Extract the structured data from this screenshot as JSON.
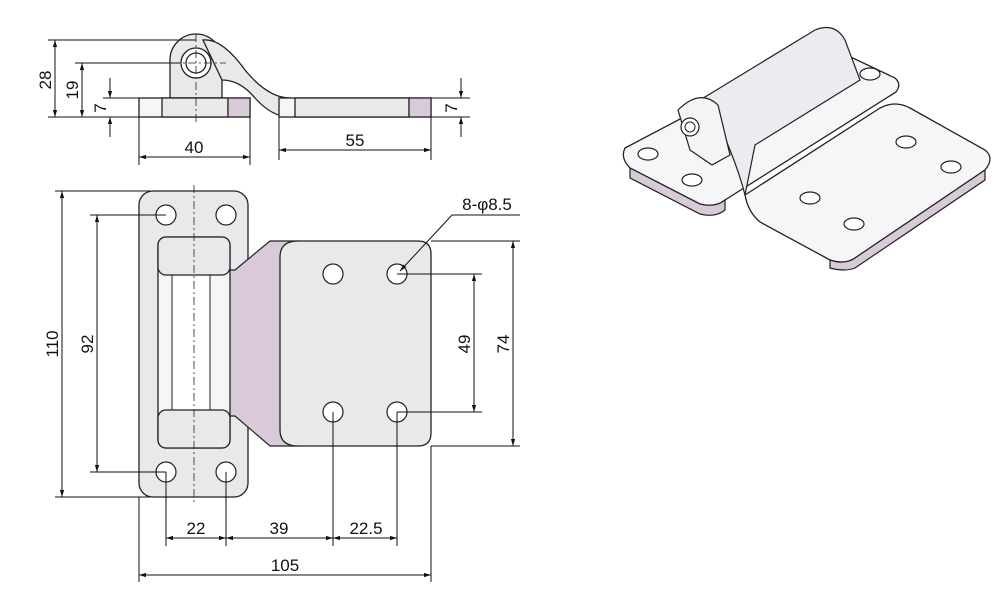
{
  "drawing": {
    "side_view": {
      "dims": {
        "height_total": "28",
        "pin_height": "19",
        "base_thickness": "7",
        "leaf_thickness": "7",
        "base_width": "40",
        "leaf_width": "55"
      }
    },
    "front_view": {
      "dims": {
        "overall_height": "110",
        "hole_spacing_vertical_base": "92",
        "hole_spacing_vertical_leaf": "49",
        "leaf_height": "74",
        "hole_spacing_base": "22",
        "base_to_leaf_holes": "39",
        "leaf_hole_spacing": "22.5",
        "overall_width": "105"
      },
      "hole_callout": "8-φ8.5"
    },
    "colors": {
      "line": "#111111",
      "fill": "#e9e9ec",
      "accent": "#d9cad9"
    }
  }
}
